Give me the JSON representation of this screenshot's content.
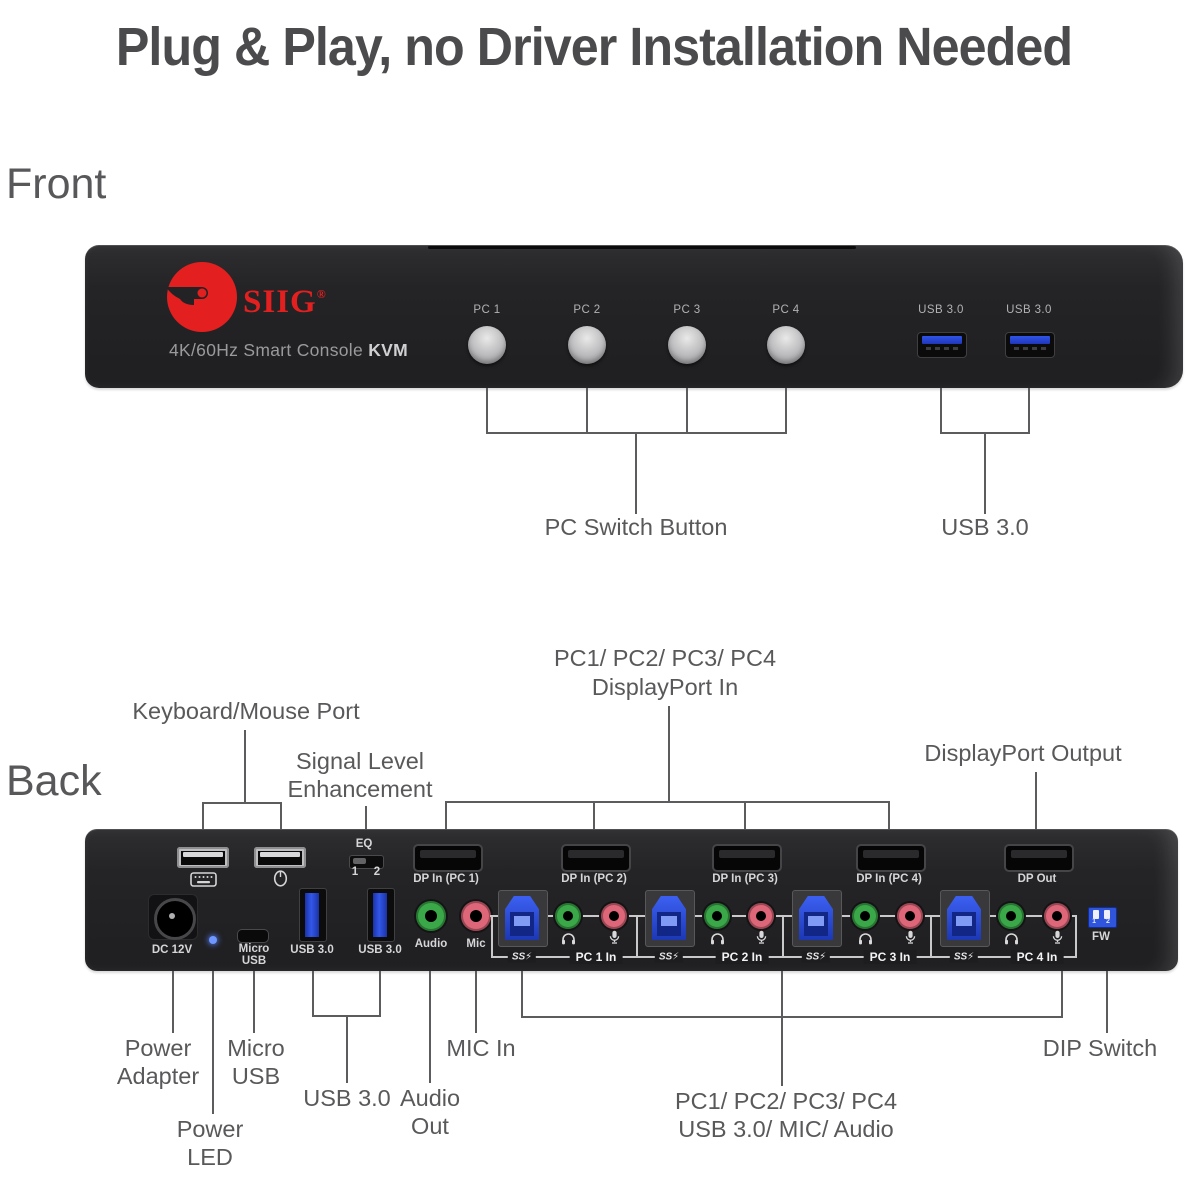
{
  "title": "Plug & Play, no Driver Installation Needed",
  "front": {
    "section_label": "Front",
    "brand": "SIIG",
    "brand_reg": "®",
    "tagline": "4K/60Hz Smart Console ",
    "tagline_bold": "KVM",
    "buttons": [
      "PC 1",
      "PC 2",
      "PC 3",
      "PC 4"
    ],
    "usb_port_labels": [
      "USB 3.0",
      "USB 3.0"
    ],
    "callout_pc_switch": "PC Switch Button",
    "callout_usb": "USB 3.0"
  },
  "back": {
    "section_label": "Back",
    "callouts_top": {
      "keyboard_mouse": "Keyboard/Mouse Port",
      "signal_line1": "Signal Level",
      "signal_line2": "Enhancement",
      "dp_in_line1": "PC1/ PC2/ PC3/ PC4",
      "dp_in_line2": "DisplayPort In",
      "dp_out": "DisplayPort Output"
    },
    "eq": {
      "label": "EQ",
      "n1": "1",
      "n2": "2"
    },
    "dp_port_labels": [
      "DP In (PC 1)",
      "DP In (PC 2)",
      "DP In (PC 3)",
      "DP In (PC 4)",
      "DP Out"
    ],
    "dc_label": "DC 12V",
    "micro_usb_line1": "Micro",
    "micro_usb_line2": "USB",
    "usb3_labels": [
      "USB 3.0",
      "USB 3.0"
    ],
    "audio_label": "Audio",
    "mic_label": "Mic",
    "pc_group_labels": [
      "PC 1 In",
      "PC 2 In",
      "PC 3 In",
      "PC 4 In"
    ],
    "ss_label": "SS⚡",
    "fw": {
      "numbers": "1 2",
      "label": "FW"
    },
    "callouts_bottom": {
      "power_adapter_line1": "Power",
      "power_adapter_line2": "Adapter",
      "power_led_line1": "Power",
      "power_led_line2": "LED",
      "micro_usb_line1": "Micro",
      "micro_usb_line2": "USB",
      "usb3": "USB 3.0",
      "audio_out_line1": "Audio",
      "audio_out_line2": "Out",
      "mic_in": "MIC In",
      "pc_io_line1": "PC1/ PC2/ PC3/ PC4",
      "pc_io_line2": "USB 3.0/ MIC/ Audio",
      "dip": "DIP Switch"
    },
    "icons": {
      "keyboard": "keyboard-icon",
      "mouse": "mouse-icon",
      "headphone": "headphone-icon",
      "microphone": "microphone-icon"
    }
  },
  "colors": {
    "brand_red": "#e3201f",
    "usb_blue": "#2f55e8",
    "audio_green": "#3aa848",
    "mic_pink": "#dd6678",
    "dip_blue": "#2f55dd",
    "device_black": "#232325",
    "callout_gray": "#59595b"
  }
}
